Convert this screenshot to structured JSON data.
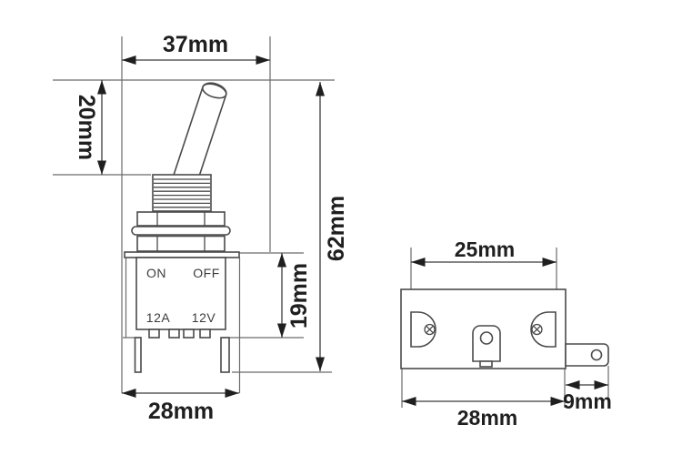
{
  "diagram": {
    "background": "#ffffff",
    "line_color": "#4a4a4a",
    "text_color": "#1f1f1f",
    "side_view": {
      "dims": {
        "top_width": "37mm",
        "lever_height": "20mm",
        "total_height": "62mm",
        "body_height": "19mm",
        "body_width": "28mm"
      },
      "body_labels": {
        "on": "ON",
        "off": "OFF",
        "current": "12A",
        "voltage": "12V"
      }
    },
    "bottom_view": {
      "dims": {
        "mount_spacing": "25mm",
        "body_length": "28mm",
        "terminal_length": "9mm"
      }
    }
  }
}
